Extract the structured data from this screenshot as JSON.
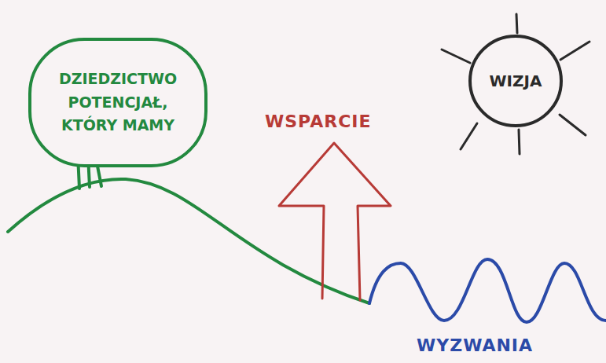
{
  "diagram": {
    "nodes": [
      {
        "text": [
          "DZIEDZICTWO POTENCJAŁ, KTÓRY MAMY"
        ]
      },
      {
        "text": [
          "WIZJA"
        ]
      }
    ],
    "labels": [
      "WSPARCIE",
      "WYZWANIA"
    ]
  }
}
